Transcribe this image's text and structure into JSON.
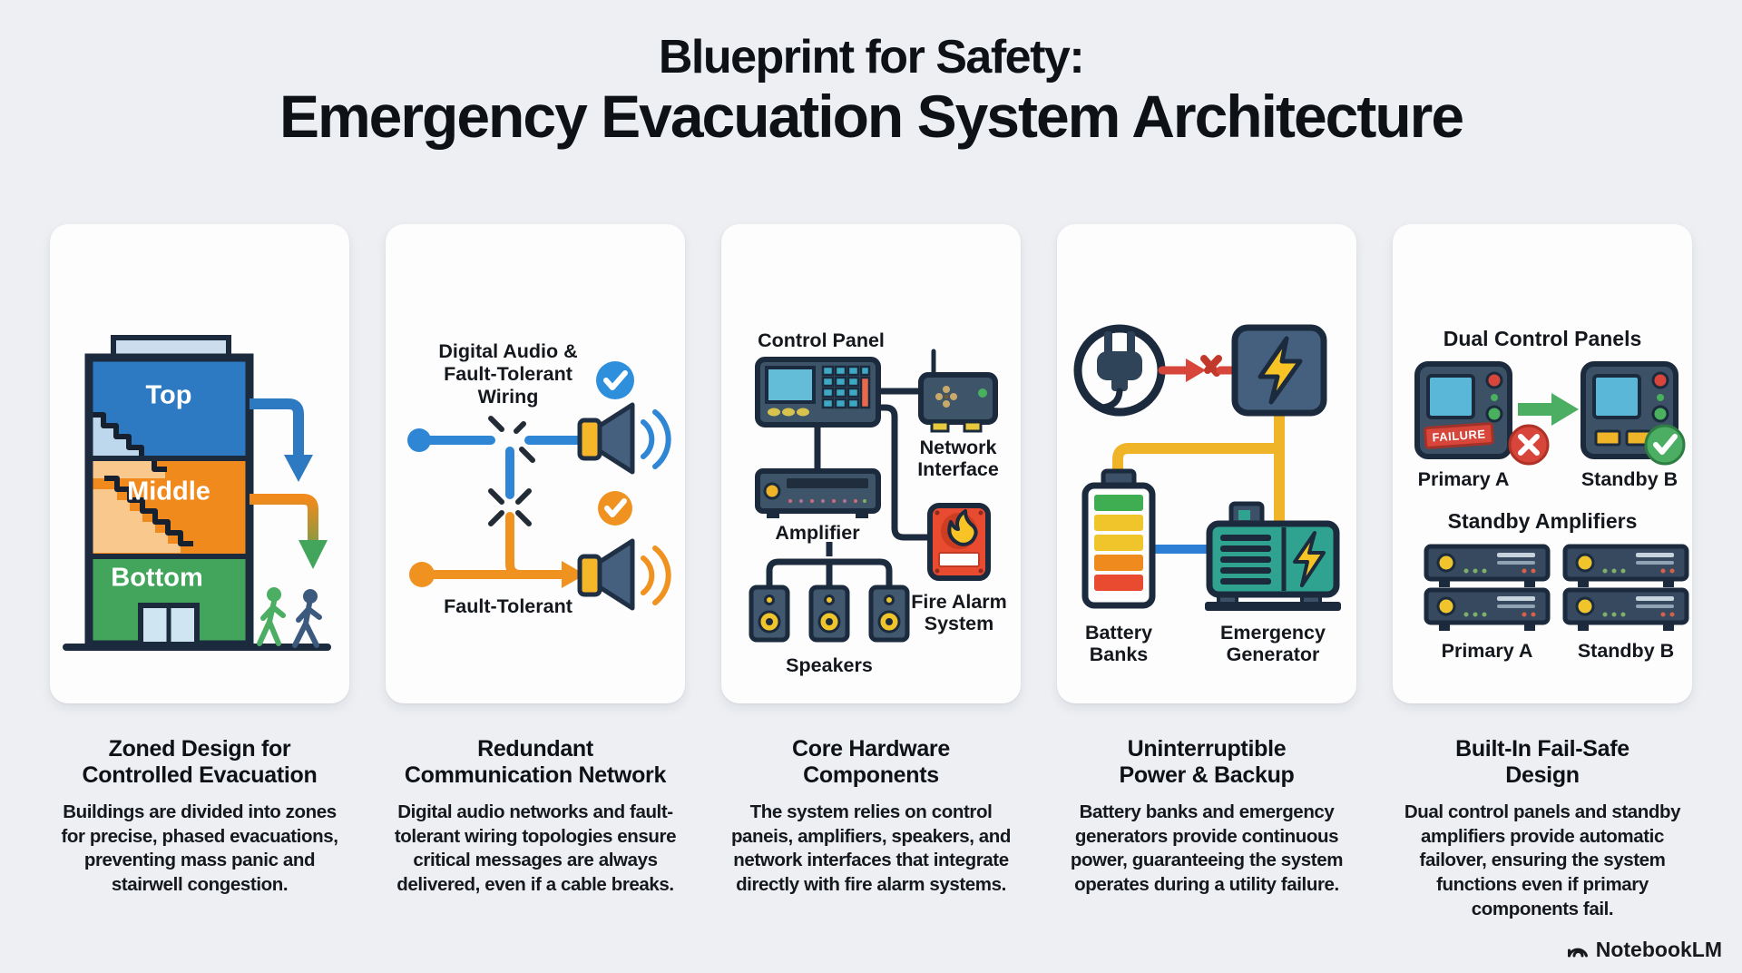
{
  "title": {
    "line1": "Blueprint for Safety:",
    "line2": "Emergency Evacuation System Architecture"
  },
  "watermark": {
    "brand": "NotebookLM"
  },
  "colors": {
    "background": "#edeff2",
    "card": "#fdfdfe",
    "ink": "#0e1116",
    "outline_navy": "#1b2a3d",
    "blue": "#2e7ac2",
    "orange": "#f08a1d",
    "green": "#43a55c",
    "red": "#d8453a",
    "yellow": "#f0b429",
    "teal": "#2fa38f"
  },
  "panels": [
    {
      "id": "zoned-design",
      "icons": [
        "building-icon",
        "staircase-icon",
        "door-icon",
        "down-arrow-icon",
        "evacuees-icon"
      ],
      "labels": {
        "zone_top": "Top",
        "zone_middle": "Middle",
        "zone_bottom": "Bottom"
      },
      "caption": {
        "title_lines": [
          "Zoned Design for",
          "Controlled Evacuation"
        ],
        "body": "Buildings are divided into zones for precise, phased evacuations, preventing mass panic and stairwell congestion."
      }
    },
    {
      "id": "redundant-network",
      "icons": [
        "wire-break-icon",
        "check-badge-icon",
        "loudspeaker-icon",
        "sound-waves-icon"
      ],
      "labels": {
        "wiring_line1": "Digital Audio &",
        "wiring_line2": "Fault-Tolerant",
        "wiring_line3": "Wiring",
        "fault_tolerant": "Fault-Tolerant"
      },
      "caption": {
        "title_lines": [
          "Redundant",
          "Communication Network"
        ],
        "body": "Digital audio networks and fault-tolerant wiring topologies ensure critical messages are always delivered, even if a cable breaks."
      }
    },
    {
      "id": "core-hardware",
      "icons": [
        "control-panel-icon",
        "network-interface-icon",
        "amplifier-icon",
        "fire-alarm-icon",
        "speaker-icon"
      ],
      "labels": {
        "control_panel": "Control Panel",
        "network_interface_line1": "Network",
        "network_interface_line2": "Interface",
        "amplifier": "Amplifier",
        "fire_alarm_line1": "Fire Alarm",
        "fire_alarm_line2": "System",
        "speakers": "Speakers"
      },
      "caption": {
        "title_lines": [
          "Core Hardware",
          "Components"
        ],
        "body": "The system relies on control paneis, amplifiers, speakers, and network interfaces that integrate directly with fire alarm systems."
      }
    },
    {
      "id": "power-backup",
      "icons": [
        "power-plug-icon",
        "failure-x-icon",
        "lightning-box-icon",
        "battery-icon",
        "generator-icon"
      ],
      "labels": {
        "battery_line1": "Battery",
        "battery_line2": "Banks",
        "generator_line1": "Emergency",
        "generator_line2": "Generator"
      },
      "caption": {
        "title_lines": [
          "Uninterruptible",
          "Power & Backup"
        ],
        "body": "Battery banks and emergency generators provide continuous power, guaranteeing the system operates during a utility failure."
      }
    },
    {
      "id": "fail-safe",
      "icons": [
        "control-panel-icon",
        "x-badge-icon",
        "check-badge-icon",
        "failover-arrow-icon",
        "rack-amplifier-icon"
      ],
      "labels": {
        "dual_panels": "Dual Control Panels",
        "failure_badge": "FAILURE",
        "primary_a_top": "Primary A",
        "standby_b_top": "Standby B",
        "standby_amplifiers": "Standby Amplifiers",
        "primary_a_bottom": "Primary A",
        "standby_b_bottom": "Standby B"
      },
      "caption": {
        "title_lines": [
          "Built-In Fail-Safe",
          "Design"
        ],
        "body": "Dual control panels and standby amplifiers provide automatic failover, ensuring the system functions even if primary components fail."
      }
    }
  ]
}
